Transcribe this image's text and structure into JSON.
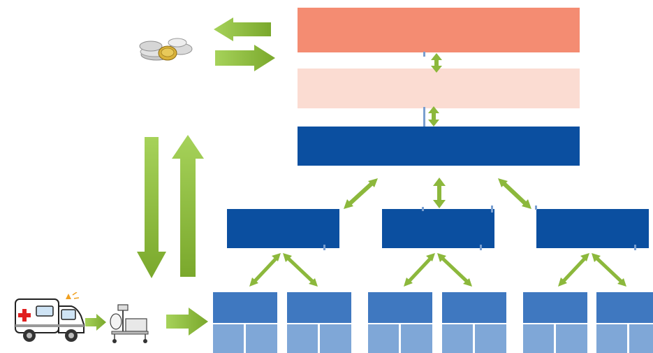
{
  "colors": {
    "top_box": "#f48c72",
    "mid_box": "#fbdcd2",
    "main_box": "#0b4fa0",
    "sub_box": "#0b4fa0",
    "leaf_top": "#3f78c0",
    "leaf_bottom": "#7fa7d7",
    "arrow": "#8cb83c"
  },
  "icons": {
    "money": "coins-icon",
    "ambulance": "ambulance-icon",
    "equipment": "medical-equipment-icon"
  },
  "groups": [
    {
      "sub": "sub-box-1",
      "leaves": [
        "leaf-1",
        "leaf-2"
      ]
    },
    {
      "sub": "sub-box-2",
      "leaves": [
        "leaf-3",
        "leaf-4"
      ]
    },
    {
      "sub": "sub-box-3",
      "leaves": [
        "leaf-5",
        "leaf-6"
      ]
    }
  ]
}
